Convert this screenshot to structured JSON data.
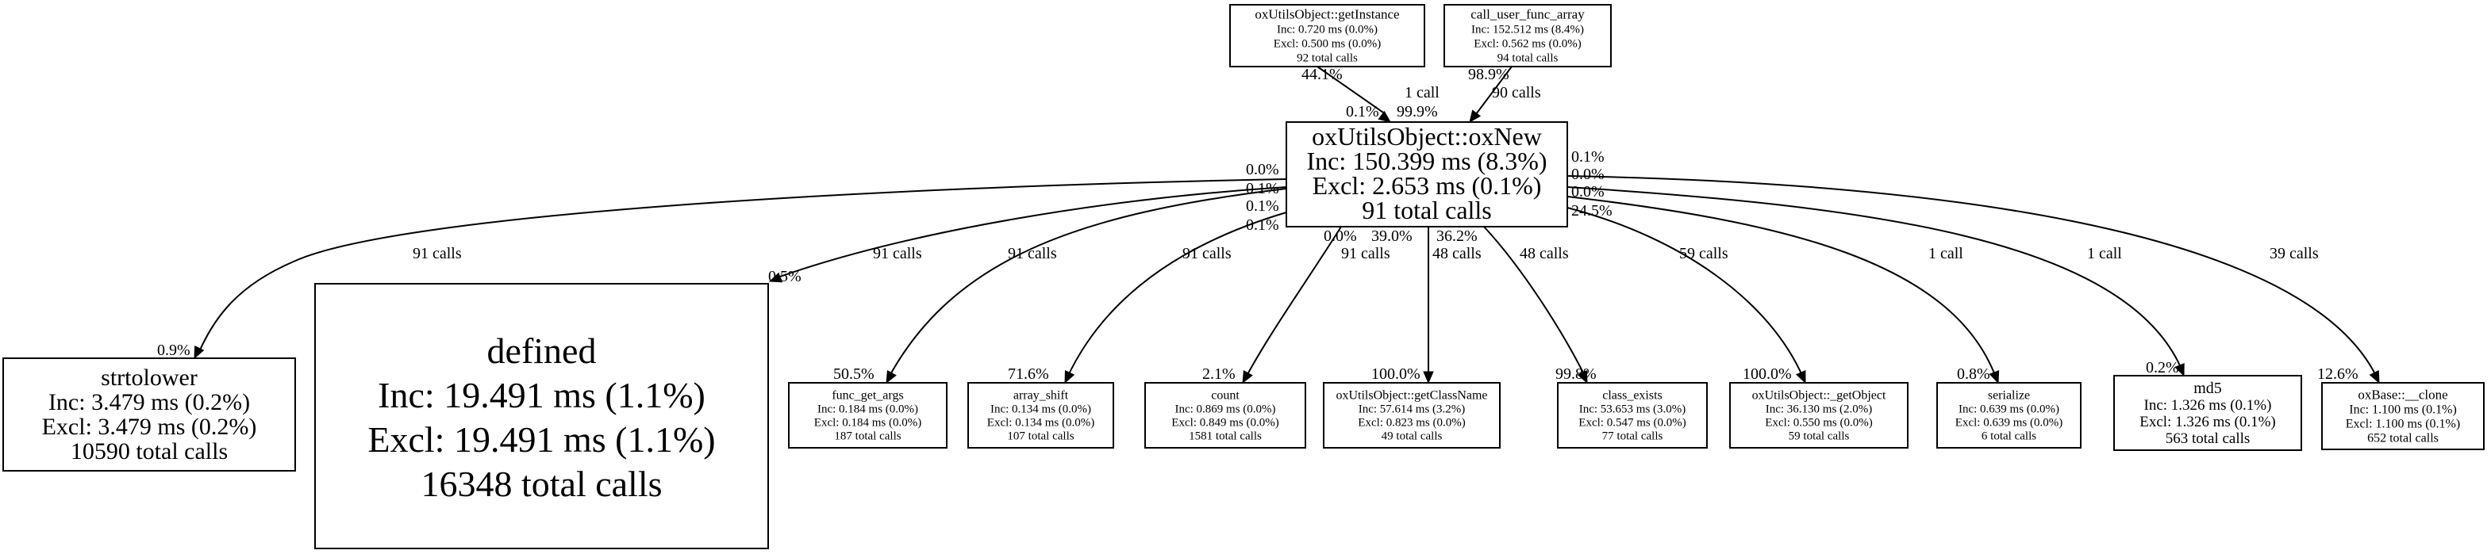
{
  "graph": {
    "colors": {
      "highlight": "#ff0000",
      "stroke": "#000000",
      "background": "#ffffff"
    },
    "nodes": [
      {
        "id": "getInstance",
        "lines": [
          "oxUtilsObject::getInstance",
          "Inc: 0.720 ms (0.0%)",
          "Excl: 0.500 ms (0.0%)",
          "92 total calls"
        ]
      },
      {
        "id": "cufa",
        "lines": [
          "call_user_func_array",
          "Inc: 152.512 ms (8.4%)",
          "Excl: 0.562 ms (0.0%)",
          "94 total calls"
        ]
      },
      {
        "id": "oxNew",
        "lines": [
          "oxUtilsObject::oxNew",
          "Inc: 150.399 ms (8.3%)",
          "Excl: 2.653 ms (0.1%)",
          "91 total calls"
        ]
      },
      {
        "id": "strtolower",
        "lines": [
          "strtolower",
          "Inc: 3.479 ms (0.2%)",
          "Excl: 3.479 ms (0.2%)",
          "10590 total calls"
        ]
      },
      {
        "id": "defined",
        "lines": [
          "defined",
          "Inc: 19.491 ms (1.1%)",
          "Excl: 19.491 ms (1.1%)",
          "16348 total calls"
        ],
        "fill": "#ff0000"
      },
      {
        "id": "func_get_args",
        "lines": [
          "func_get_args",
          "Inc: 0.184 ms (0.0%)",
          "Excl: 0.184 ms (0.0%)",
          "187 total calls"
        ]
      },
      {
        "id": "array_shift",
        "lines": [
          "array_shift",
          "Inc: 0.134 ms (0.0%)",
          "Excl: 0.134 ms (0.0%)",
          "107 total calls"
        ]
      },
      {
        "id": "count",
        "lines": [
          "count",
          "Inc: 0.869 ms (0.0%)",
          "Excl: 0.849 ms (0.0%)",
          "1581 total calls"
        ]
      },
      {
        "id": "getClassName",
        "lines": [
          "oxUtilsObject::getClassName",
          "Inc: 57.614 ms (3.2%)",
          "Excl: 0.823 ms (0.0%)",
          "49 total calls"
        ]
      },
      {
        "id": "class_exists",
        "lines": [
          "class_exists",
          "Inc: 53.653 ms (3.0%)",
          "Excl: 0.547 ms (0.0%)",
          "77 total calls"
        ]
      },
      {
        "id": "getObject",
        "lines": [
          "oxUtilsObject::_getObject",
          "Inc: 36.130 ms (2.0%)",
          "Excl: 0.550 ms (0.0%)",
          "59 total calls"
        ]
      },
      {
        "id": "serialize",
        "lines": [
          "serialize",
          "Inc: 0.639 ms (0.0%)",
          "Excl: 0.639 ms (0.0%)",
          "6 total calls"
        ]
      },
      {
        "id": "md5",
        "lines": [
          "md5",
          "Inc: 1.326 ms (0.1%)",
          "Excl: 1.326 ms (0.1%)",
          "563 total calls"
        ]
      },
      {
        "id": "clone",
        "lines": [
          "oxBase::__clone",
          "Inc: 1.100 ms (0.1%)",
          "Excl: 1.100 ms (0.1%)",
          "652 total calls"
        ]
      }
    ],
    "edges": [
      {
        "from": "getInstance",
        "to": "oxNew",
        "calls": "1 call",
        "tail_pct": "44.1%",
        "head_pct": "0.1%"
      },
      {
        "from": "cufa",
        "to": "oxNew",
        "calls": "90 calls",
        "tail_pct": "98.9%",
        "head_pct": "99.9%"
      },
      {
        "from": "oxNew",
        "to": "strtolower",
        "calls": "91 calls",
        "tail_pct": "0.0%",
        "head_pct": "0.9%"
      },
      {
        "from": "oxNew",
        "to": "defined",
        "calls": "91 calls",
        "tail_pct": "0.1%",
        "head_pct": "0.5%"
      },
      {
        "from": "oxNew",
        "to": "func_get_args",
        "calls": "91 calls",
        "tail_pct": "0.1%",
        "head_pct": "50.5%"
      },
      {
        "from": "oxNew",
        "to": "array_shift",
        "calls": "91 calls",
        "tail_pct": "0.1%",
        "head_pct": "71.6%"
      },
      {
        "from": "oxNew",
        "to": "count",
        "calls": "91 calls",
        "tail_pct": "0.0%",
        "head_pct": "2.1%"
      },
      {
        "from": "oxNew",
        "to": "getClassName",
        "calls": "48 calls",
        "tail_pct": "39.0%",
        "head_pct": "100.0%"
      },
      {
        "from": "oxNew",
        "to": "class_exists",
        "calls": "48 calls",
        "tail_pct": "36.2%",
        "head_pct": "99.8%"
      },
      {
        "from": "oxNew",
        "to": "getObject",
        "calls": "59 calls",
        "tail_pct": "24.5%",
        "head_pct": "100.0%"
      },
      {
        "from": "oxNew",
        "to": "serialize",
        "calls": "1 call",
        "tail_pct": "0.0%",
        "head_pct": "0.8%"
      },
      {
        "from": "oxNew",
        "to": "md5",
        "calls": "1 call",
        "tail_pct": "0.0%",
        "head_pct": "0.2%"
      },
      {
        "from": "oxNew",
        "to": "clone",
        "calls": "39 calls",
        "tail_pct": "0.1%",
        "head_pct": "12.6%"
      }
    ]
  }
}
